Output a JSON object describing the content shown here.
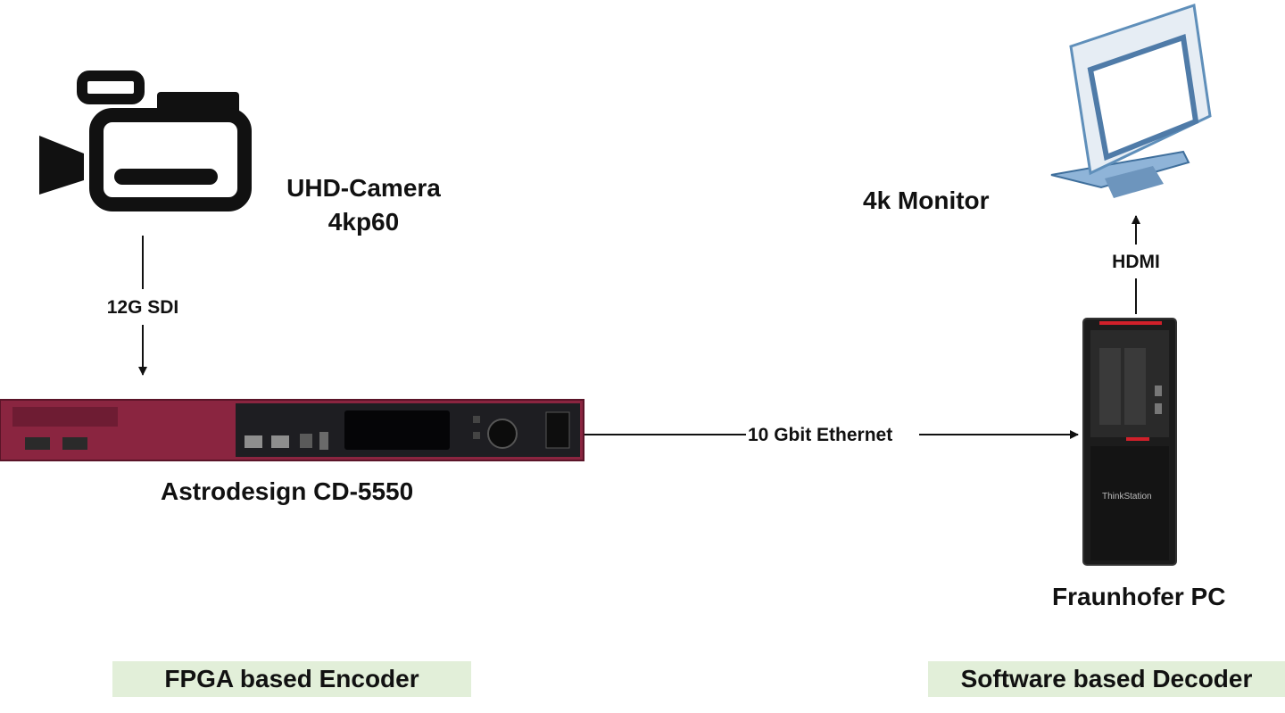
{
  "camera": {
    "label_line1": "UHD-Camera",
    "label_line2": "4kp60"
  },
  "encoder": {
    "label": "Astrodesign CD-5550",
    "section": "FPGA based Encoder"
  },
  "decoder_pc": {
    "label": "Fraunhofer PC",
    "section": "Software based Decoder",
    "brand_text": "ThinkStation"
  },
  "monitor": {
    "label": "4k Monitor"
  },
  "links": {
    "camera_to_encoder": "12G SDI",
    "encoder_to_pc": "10 Gbit Ethernet",
    "pc_to_monitor": "HDMI"
  },
  "colors": {
    "encoder_body": "#8a2540",
    "section_badge": "#e2efd9",
    "monitor_frame": "#5f8fba",
    "pc_body": "#1c1c1c",
    "pc_accent": "#d0202a"
  }
}
